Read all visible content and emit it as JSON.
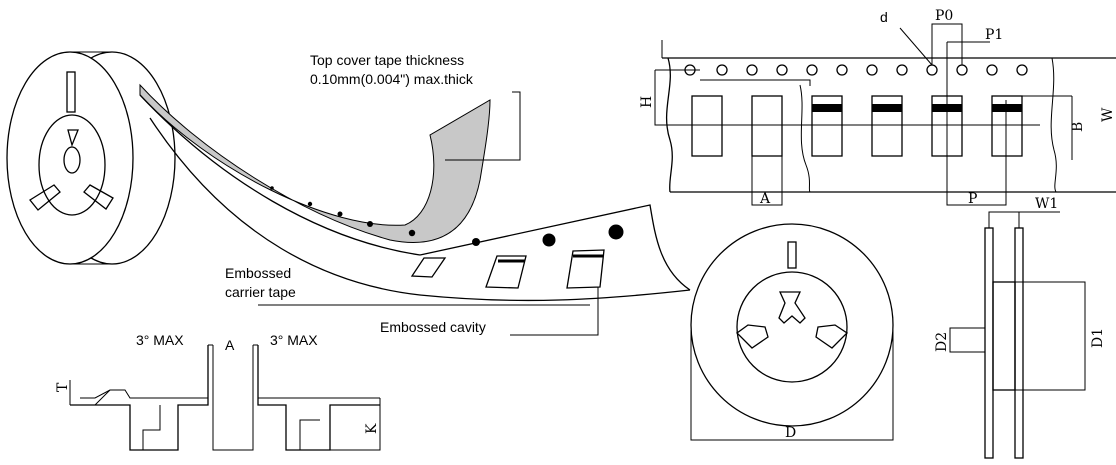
{
  "labels": {
    "cover_tape_line1": "Top cover tape thickness",
    "cover_tape_line2": "0.10mm(0.004\") max.thick",
    "carrier_tape_line1": "Embossed",
    "carrier_tape_line2": "carrier tape",
    "cavity": "Embossed cavity",
    "max_left": "3° MAX",
    "max_right": "3° MAX"
  },
  "dimensions": {
    "d": "d",
    "p0": "P0",
    "p1": "P1",
    "h": "H",
    "b": "B",
    "w": "W",
    "a_top": "A",
    "p": "P",
    "a_profile": "A",
    "t": "T",
    "k": "K",
    "d_reel": "D",
    "w1": "W1",
    "d1": "D1",
    "d2": "D2"
  }
}
